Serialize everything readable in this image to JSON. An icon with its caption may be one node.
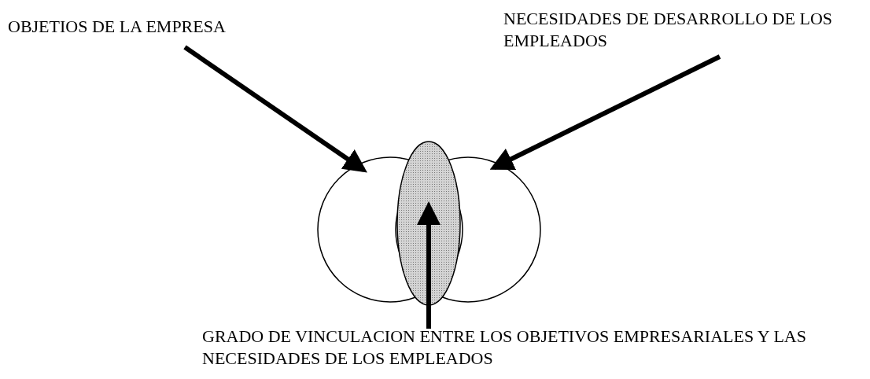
{
  "diagram": {
    "nodes": [
      {
        "text": [
          "OBJETIOS DE LA EMPRESA"
        ]
      },
      {
        "text": [
          "NECESIDADES DE DESARROLLO DE LOS EMPLEADOS"
        ]
      },
      {
        "text": [],
        "shape": "circle"
      },
      {
        "text": [],
        "shape": "circle"
      },
      {
        "text": [],
        "shape": "ellipse"
      },
      {
        "text": [
          "GRADO DE VINCULACION ENTRE LOS OBJETIVOS EMPRESARIALES Y LAS NECESIDADES DE LOS EMPLEADOS"
        ]
      }
    ],
    "edges": [
      {
        "from": 0,
        "to": 2,
        "arrow": "to"
      },
      {
        "from": 1,
        "to": 3,
        "arrow": "to"
      },
      {
        "from": 5,
        "to": 4,
        "arrow": "to"
      }
    ]
  }
}
